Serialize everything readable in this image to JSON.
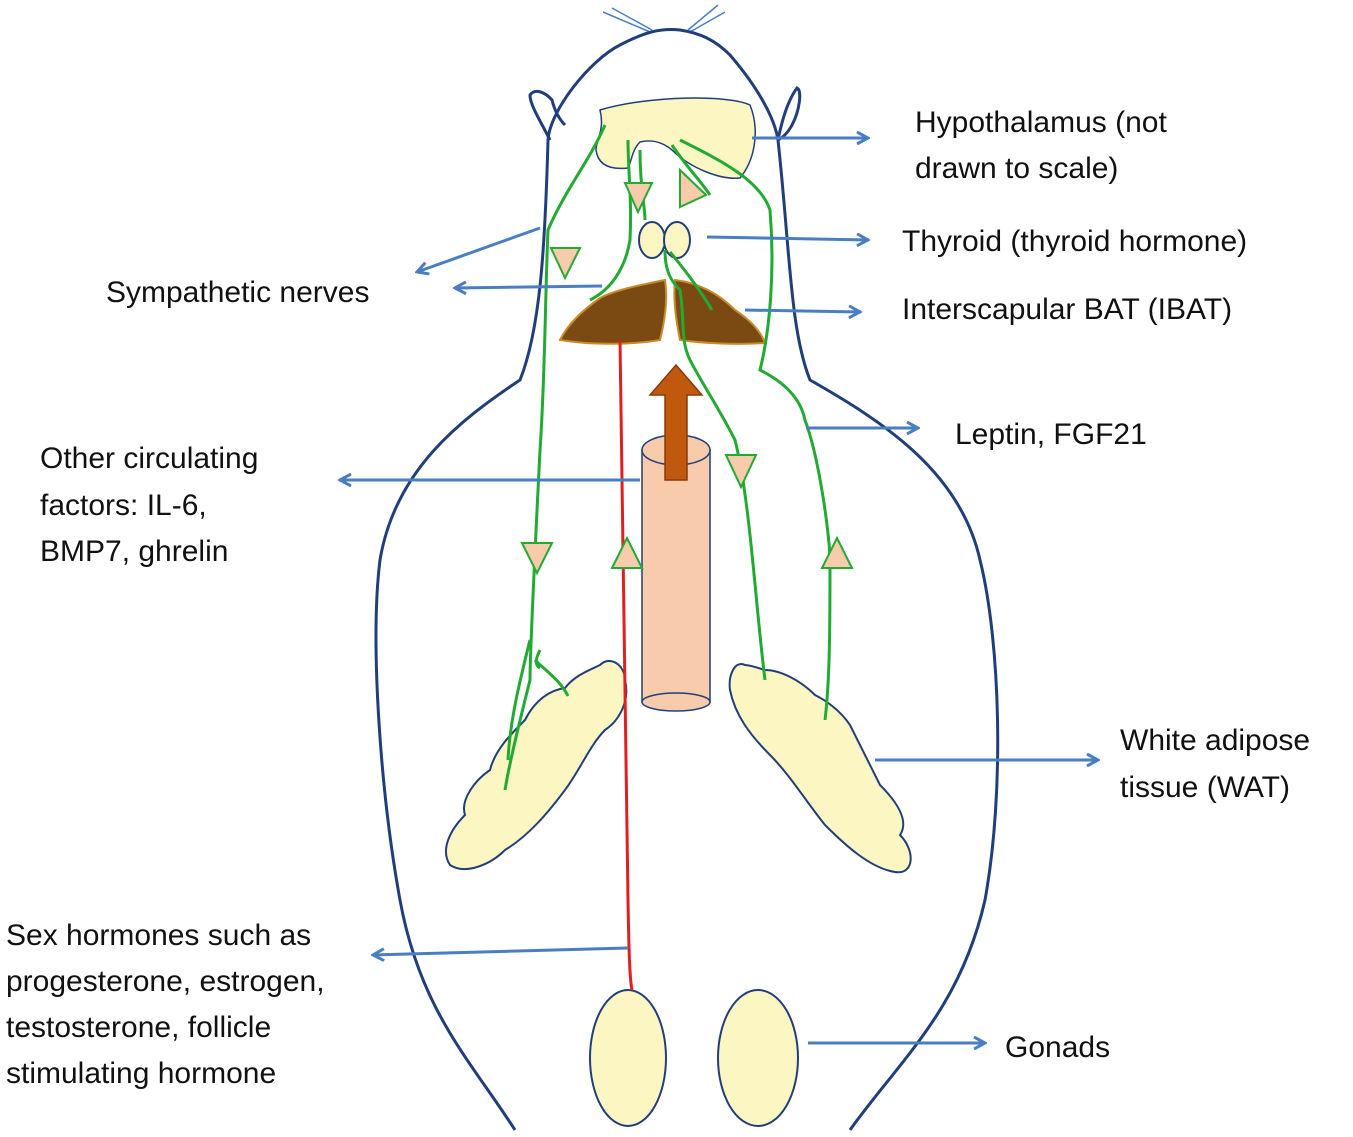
{
  "labels": {
    "hypothalamus_1": "Hypothalamus (not",
    "hypothalamus_2": "drawn to scale)",
    "thyroid": "Thyroid (thyroid hormone)",
    "sympathetic": "Sympathetic nerves",
    "ibat": "Interscapular BAT (IBAT)",
    "leptin": "Leptin, FGF21",
    "other_1": "Other circulating",
    "other_2": "factors: IL-6,",
    "other_3": "BMP7, ghrelin",
    "wat_1": "White adipose",
    "wat_2": "tissue (WAT)",
    "sex_1": "Sex hormones such as",
    "sex_2": "progesterone, estrogen,",
    "sex_3": "testosterone, follicle",
    "sex_4": "stimulating hormone",
    "gonads": "Gonads"
  },
  "colors": {
    "outline": "#203f7a",
    "arrow": "#4a7ec2",
    "nerve": "#22aa33",
    "blood": "#e02020",
    "tissue": "#fbf6c2",
    "bat": "#7a4a12",
    "vessel": "#f7cbac",
    "up_arrow": "#c0580e"
  }
}
